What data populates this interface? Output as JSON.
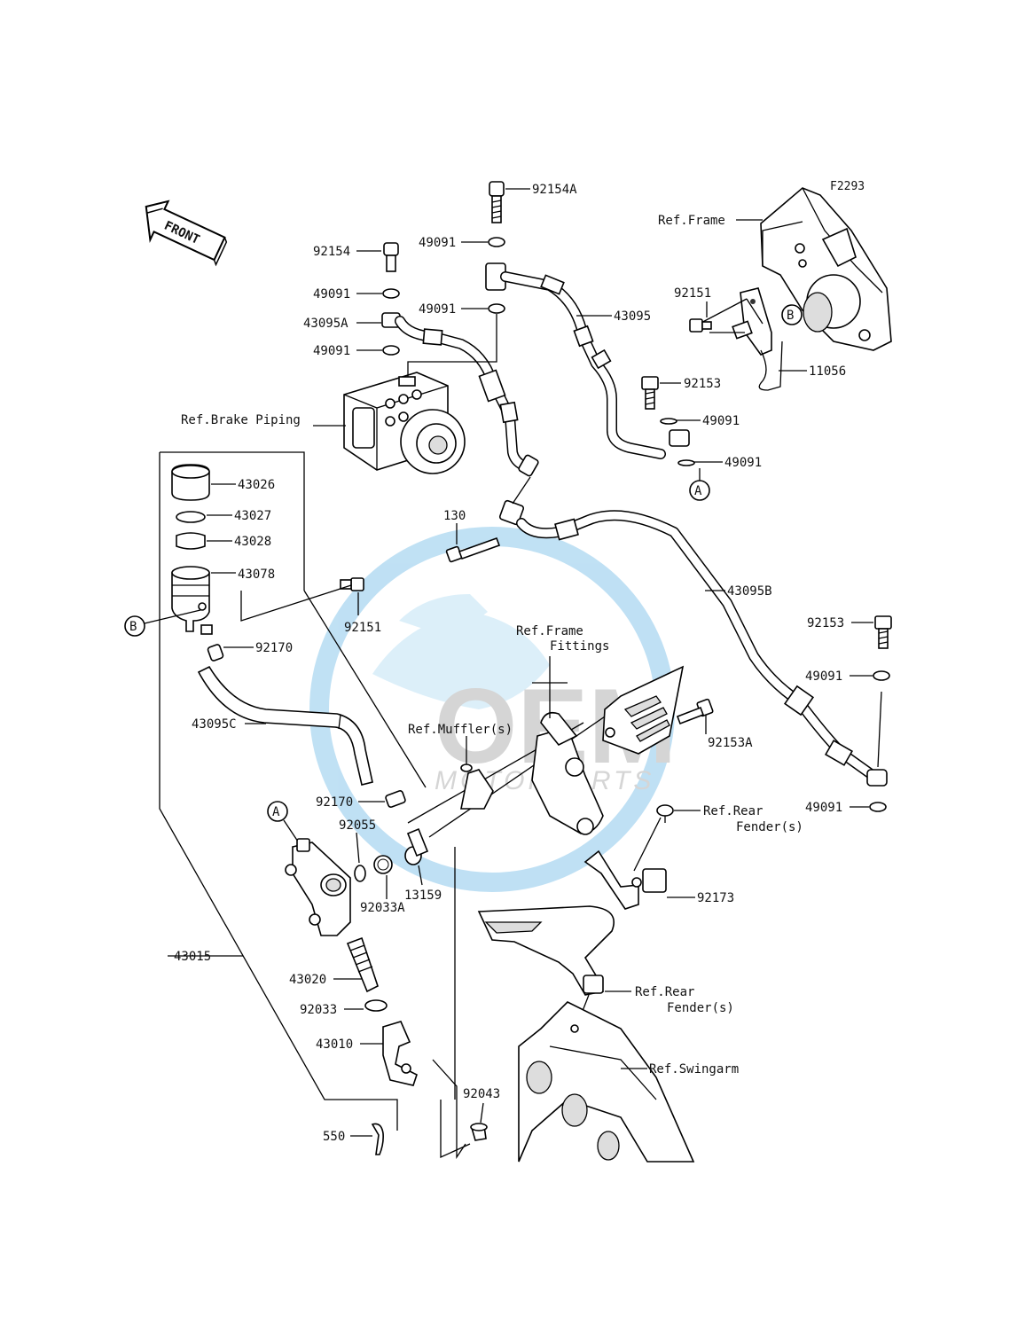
{
  "figure_code": "F2293",
  "front_label": "FRONT",
  "watermark": {
    "brand": "OEM",
    "sub": "MOTORPARTS"
  },
  "circle_refs": {
    "A": "A",
    "B": "B"
  },
  "refs": {
    "frame": "Ref.Frame",
    "brake_piping": "Ref.Brake Piping",
    "frame_fittings_1": "Ref.Frame",
    "frame_fittings_2": "Fittings",
    "muffler": "Ref.Muffler(s)",
    "rear_fender_1_a": "Ref.Rear",
    "rear_fender_1_b": "Fender(s)",
    "rear_fender_2_a": "Ref.Rear",
    "rear_fender_2_b": "Fender(s)",
    "swingarm": "Ref.Swingarm"
  },
  "parts": {
    "p92154A": "92154A",
    "p92154": "92154",
    "p49091_a": "49091",
    "p49091_b": "49091",
    "p49091_c": "49091",
    "p49091_d": "49091",
    "p43095A": "43095A",
    "p43095": "43095",
    "p92151_top": "92151",
    "p11056": "11056",
    "p92153_top": "92153",
    "p49091_e": "49091",
    "p49091_f": "49091",
    "p43026": "43026",
    "p43027": "43027",
    "p43028": "43028",
    "p43078": "43078",
    "p130": "130",
    "p43095B": "43095B",
    "p92153_right": "92153",
    "p49091_g": "49091",
    "p49091_h": "49091",
    "p92151_mid": "92151",
    "p92170_top": "92170",
    "p43095C": "43095C",
    "p92153A": "92153A",
    "p92170_bot": "92170",
    "p92055": "92055",
    "p13159": "13159",
    "p92033A": "92033A",
    "p43015": "43015",
    "p43020": "43020",
    "p92033": "92033",
    "p43010": "43010",
    "p550": "550",
    "p92043": "92043",
    "p92173": "92173"
  }
}
